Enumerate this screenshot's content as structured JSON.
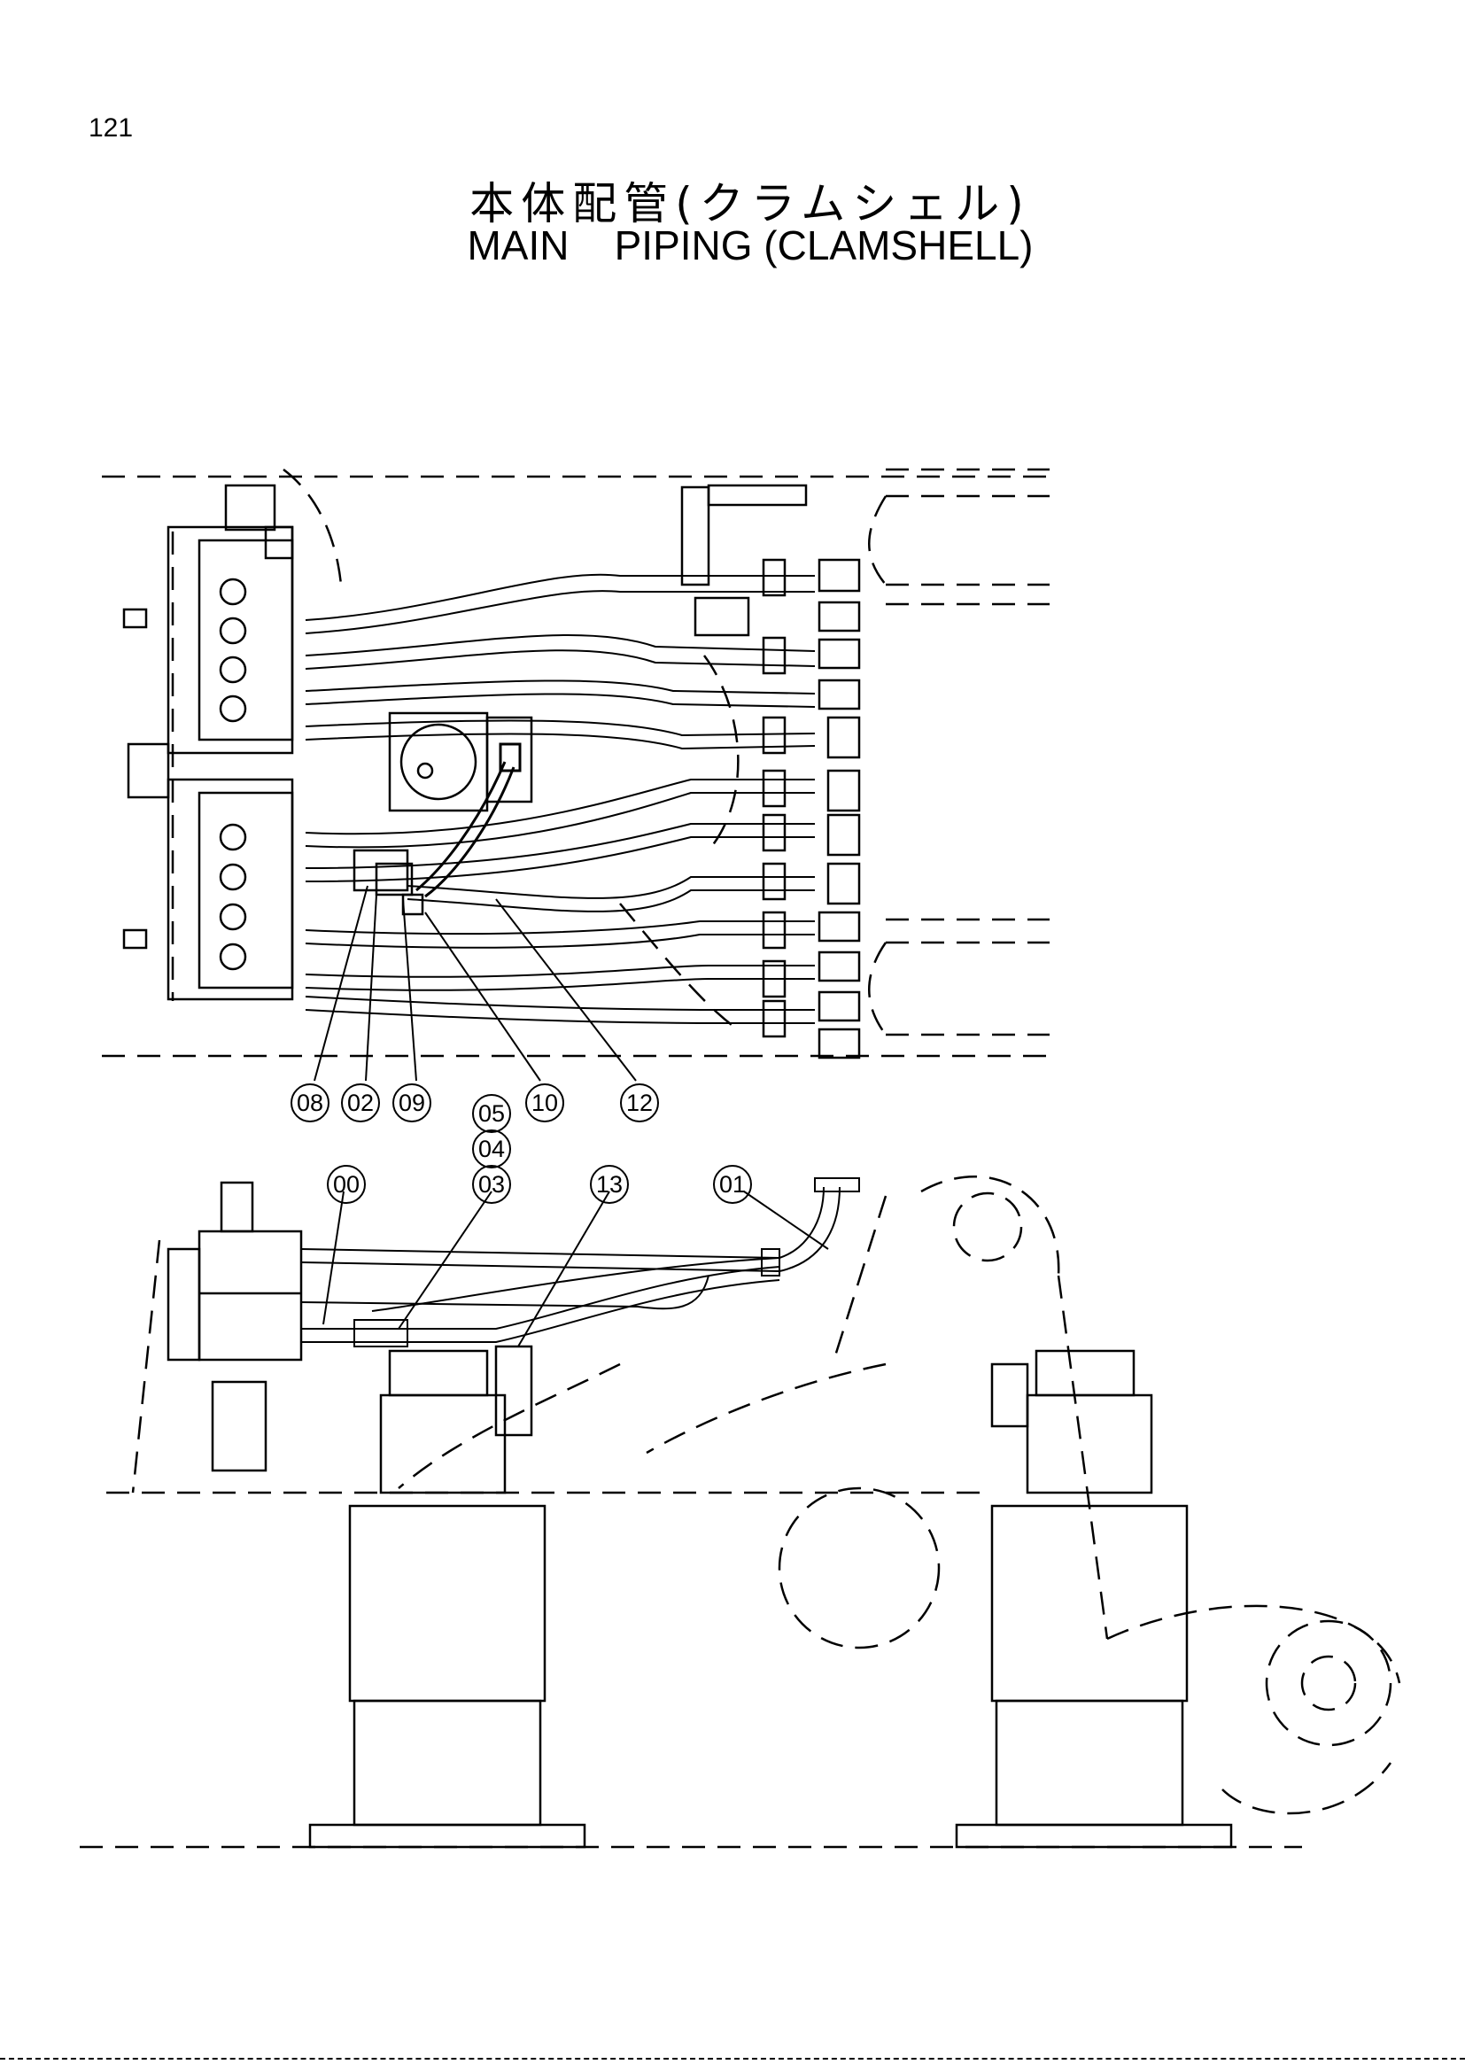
{
  "page": {
    "number": "121",
    "title_jp": "本体配管(クラムシェル)",
    "title_en": "MAIN    PIPING (CLAMSHELL)"
  },
  "callouts": {
    "c08": "08",
    "c02": "02",
    "c09": "09",
    "c05": "05",
    "c04": "04",
    "c10": "10",
    "c12": "12",
    "c00": "00",
    "c03": "03",
    "c13": "13",
    "c01": "01"
  }
}
